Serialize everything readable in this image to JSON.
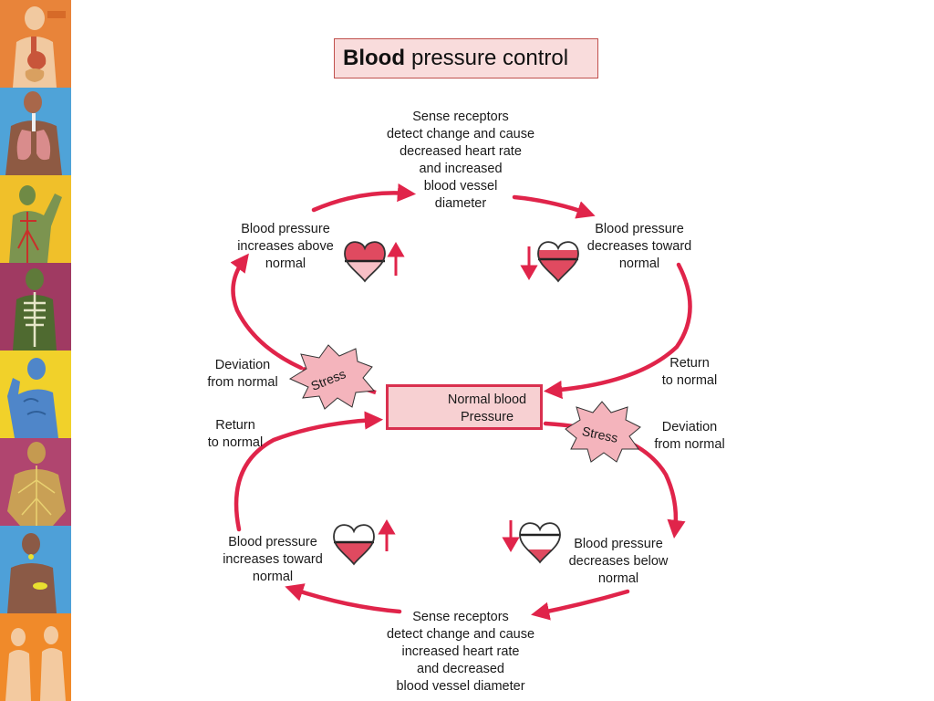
{
  "title": {
    "bold": "Blood",
    "rest": "pressure control"
  },
  "side_strip": {
    "panels": [
      "digestive-system-panel",
      "respiratory-system-panel",
      "circulatory-system-panel",
      "skeletal-system-panel",
      "muscular-system-panel",
      "nervous-system-panel",
      "endocrine-system-panel",
      "reproductive-system-panel"
    ]
  },
  "diagram": {
    "top_receptors": "Sense receptors\ndetect change and cause\ndecreased heart rate\nand increased\nblood vessel\ndiameter",
    "bp_increases_above": "Blood pressure\nincreases above\nnormal",
    "bp_decreases_toward": "Blood pressure\ndecreases toward\nnormal",
    "deviation_left": "Deviation\nfrom normal",
    "return_right": "Return\nto normal",
    "return_left": "Return\nto normal",
    "deviation_right": "Deviation\nfrom normal",
    "normal_bp": "Normal blood\nPressure",
    "stress_label": "Stress",
    "bp_increases_toward": "Blood pressure\nincreases toward\nnormal",
    "bp_decreases_below": "Blood pressure\ndecreases below\nnormal",
    "bottom_receptors": "Sense receptors\ndetect change and cause\nincreased heart rate\nand decreased\nblood vessel diameter"
  },
  "colors": {
    "arrow": "#e0244a",
    "heart_fill": "#e04a60",
    "title_bg": "#f9dcdc",
    "normal_box_bg": "#f7d0d2",
    "stress_bg": "#f4b4bc"
  }
}
